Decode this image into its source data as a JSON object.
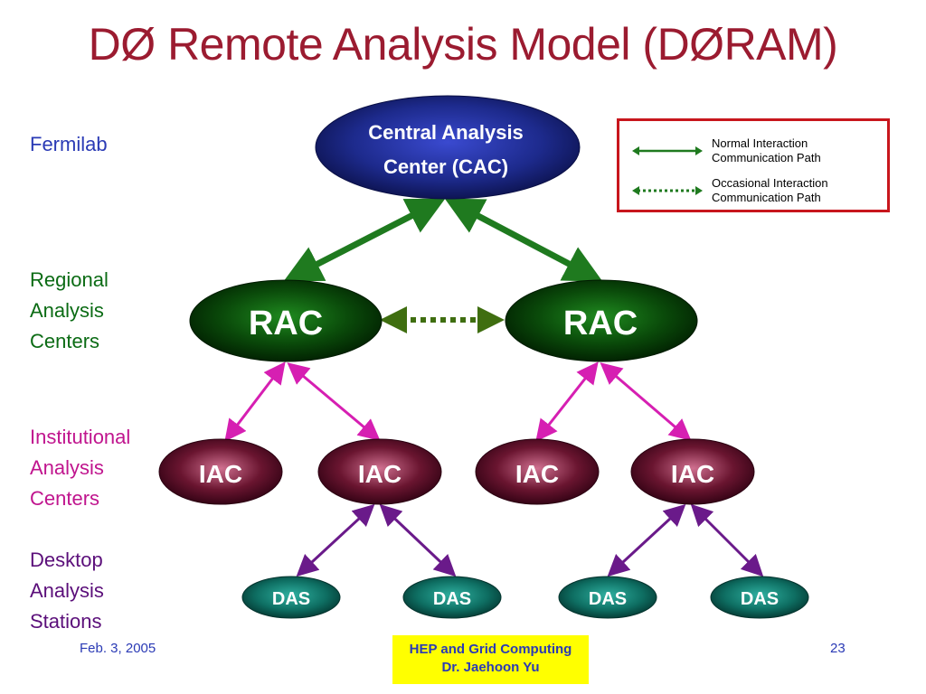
{
  "title": "DØ Remote Analysis Model (DØRAM)",
  "side_labels": {
    "fermilab": [
      "Fermilab"
    ],
    "regional": [
      "Regional",
      "Analysis",
      "Centers"
    ],
    "institutional": [
      "Institutional",
      "Analysis",
      "Centers"
    ],
    "desktop": [
      "Desktop",
      "Analysis",
      "Stations"
    ]
  },
  "nodes": {
    "cac": [
      "Central Analysis",
      "Center (CAC)"
    ],
    "rac_left": "RAC",
    "rac_right": "RAC",
    "iac_1": "IAC",
    "iac_2": "IAC",
    "iac_3": "IAC",
    "iac_4": "IAC",
    "das_1": "DAS",
    "das_2": "DAS",
    "das_3": "DAS",
    "das_4": "DAS"
  },
  "legend": {
    "normal": [
      "Normal Interaction",
      "Communication Path"
    ],
    "occasional": [
      "Occasional Interaction",
      "Communication Path"
    ]
  },
  "colors": {
    "title": "#9b1b30",
    "cac": "#1d2a8c",
    "rac": "#0a4a0a",
    "iac": "#6a1530",
    "das": "#0e6e62",
    "arrow_green": "#1f7a1f",
    "arrow_magenta": "#d61fb2",
    "arrow_purple": "#6a1a8a",
    "legend_border": "#c8161d",
    "footer_box": "#ffff00"
  },
  "footer": {
    "date": "Feb. 3, 2005",
    "box": [
      "HEP and Grid Computing",
      "Dr. Jaehoon Yu"
    ],
    "page": "23"
  }
}
